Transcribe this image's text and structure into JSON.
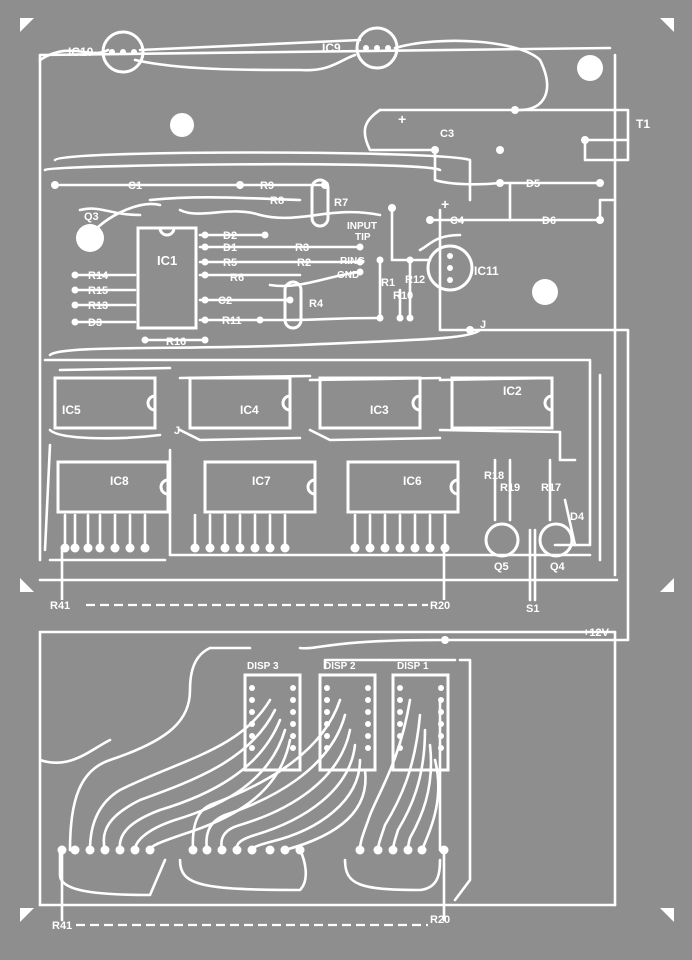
{
  "colors": {
    "board": "#8e8e8e",
    "trace": "#ffffff",
    "text": "#ffffff"
  },
  "ics_top": {
    "ic10": "IC10",
    "ic9": "IC9",
    "ic1": "IC1",
    "ic11": "IC11"
  },
  "ics_mid": {
    "ic5": "IC5",
    "ic4": "IC4",
    "ic3": "IC3",
    "ic2": "IC2",
    "ic8": "IC8",
    "ic7": "IC7",
    "ic6": "IC6"
  },
  "displays": {
    "disp3": "DISP 3",
    "disp2": "DISP 2",
    "disp1": "DISP 1"
  },
  "caps": {
    "c1": "C1",
    "c2": "C2",
    "c3": "C3",
    "c4": "C4"
  },
  "resistors": {
    "r1": "R1",
    "r2": "R2",
    "r3": "R3",
    "r4": "R4",
    "r5": "R5",
    "r6": "R6",
    "r7": "R7",
    "r8": "R8",
    "r9": "R9",
    "r10": "R10",
    "r11": "R11",
    "r12": "R12",
    "r13": "R13",
    "r14": "R14",
    "r15": "R15",
    "r16": "R16",
    "r17": "R17",
    "r18": "R18",
    "r19": "R19",
    "r20a": "R20",
    "r20b": "R20",
    "r41a": "R41",
    "r41b": "R41"
  },
  "diodes": {
    "d1": "D1",
    "d2": "D2",
    "d3": "D3",
    "d4": "D4",
    "d5": "D5",
    "d6": "D6"
  },
  "transistors": {
    "q3": "Q3",
    "q4": "Q4",
    "q5": "Q5"
  },
  "misc": {
    "t1": "T1",
    "s1": "S1",
    "input": "INPUT",
    "tip": "TIP",
    "ring": "RING",
    "gnd": "GND",
    "j1": "J",
    "j2": "J",
    "plus12v": "+12V",
    "plus_a": "+",
    "plus_b": "+"
  }
}
